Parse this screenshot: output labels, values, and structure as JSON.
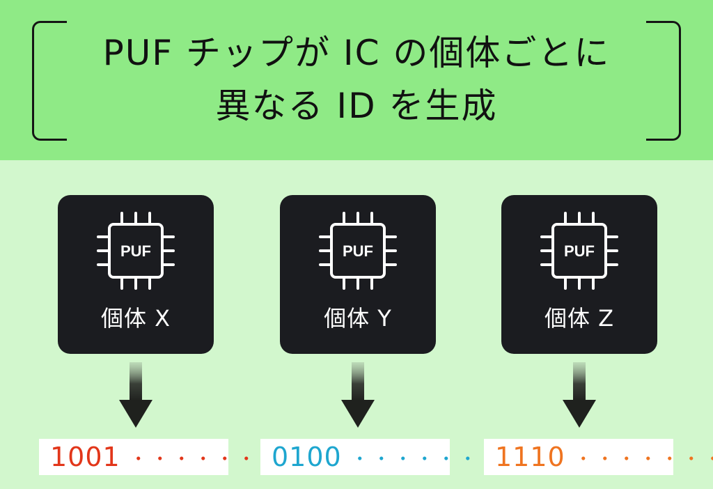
{
  "header": {
    "title_line1": "PUF チップが IC の個体ごとに",
    "title_line2": "異なる ID を生成"
  },
  "chips": [
    {
      "chip_text": "PUF",
      "label": "個体 X",
      "id_value": "1001",
      "dots": "・・・・・・・",
      "color": "#e2361a"
    },
    {
      "chip_text": "PUF",
      "label": "個体 Y",
      "id_value": "0100",
      "dots": "・・・・・・・",
      "color": "#1ea6cf"
    },
    {
      "chip_text": "PUF",
      "label": "個体 Z",
      "id_value": "1110",
      "dots": "・・・・・・・",
      "color": "#ef7420"
    }
  ],
  "colors": {
    "header_bg": "#8fea86",
    "body_bg": "#d2f7cd",
    "card_bg": "#1b1c20"
  }
}
